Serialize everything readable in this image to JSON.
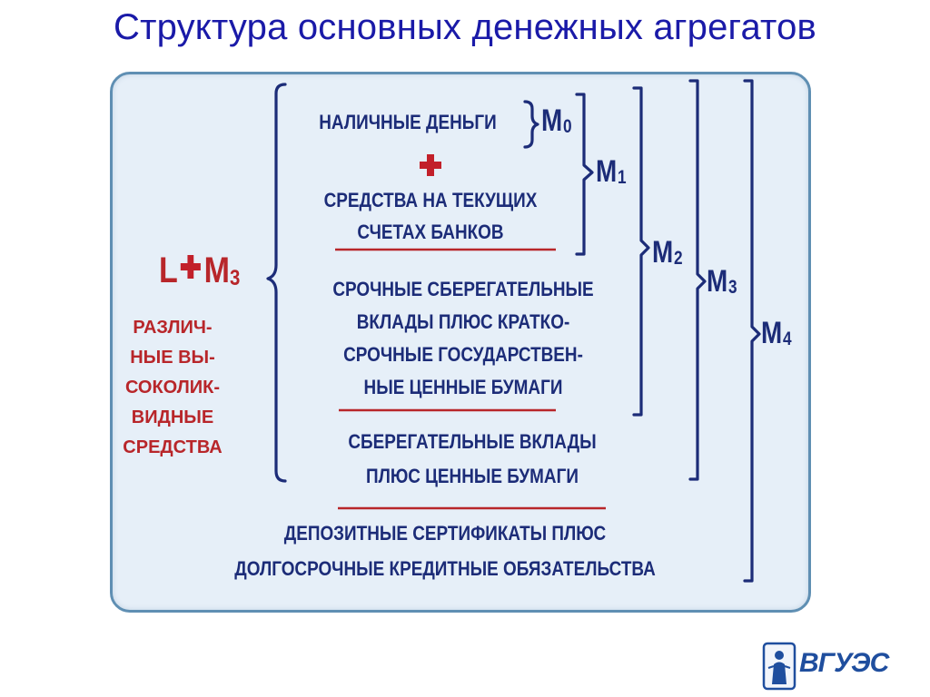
{
  "title": "Структура основных денежных агрегатов",
  "blocks": {
    "cash": "НАЛИЧНЫЕ ДЕНЬГИ",
    "current_1": "СРЕДСТВА НА ТЕКУЩИХ",
    "current_2": "СЧЕТАХ БАНКОВ",
    "time_1": "СРОЧНЫЕ СБЕРЕГАТЕЛЬНЫЕ",
    "time_2": "ВКЛАДЫ ПЛЮС КРАТКО-",
    "time_3": "СРОЧНЫЕ ГОСУДАРСТВЕН-",
    "time_4": "НЫЕ ЦЕННЫЕ БУМАГИ",
    "savings_1": "СБЕРЕГАТЕЛЬНЫЕ ВКЛАДЫ",
    "savings_2": "ПЛЮС ЦЕННЫЕ БУМАГИ",
    "deposit_1": "ДЕПОЗИТНЫЕ СЕРТИФИКАТЫ  ПЛЮС",
    "deposit_2": "ДОЛГОСРОЧНЫЕ КРЕДИТНЫЕ ОБЯЗАТЕЛЬСТВА"
  },
  "aggregates": {
    "m0": {
      "letter": "M",
      "index": "0"
    },
    "m1": {
      "letter": "M",
      "index": "1"
    },
    "m2": {
      "letter": "M",
      "index": "2"
    },
    "m3": {
      "letter": "M",
      "index": "3"
    },
    "m4": {
      "letter": "M",
      "index": "4"
    }
  },
  "l_formula": {
    "l": "L",
    "m": "M",
    "index": "3"
  },
  "liquid_assets": [
    "РАЗЛИЧ-",
    "НЫЕ ВЫ-",
    "СОКОЛИК-",
    "ВИДНЫЕ",
    "СРЕДСТВА"
  ],
  "logo_text": "ВГУЭС",
  "colors": {
    "title": "#1a1aa8",
    "text": "#1c2c78",
    "accent_red": "#b8262a",
    "panel_border": "#5f8fb3",
    "panel_fill": "#e6eff8"
  }
}
